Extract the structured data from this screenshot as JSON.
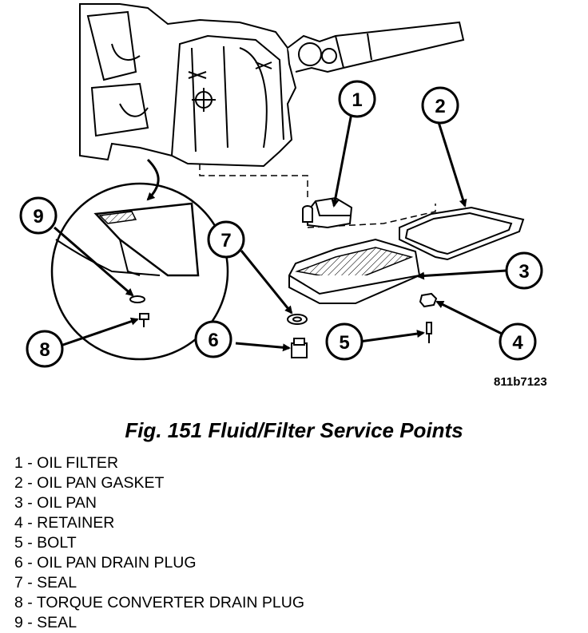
{
  "figure": {
    "part_code": "811b7123",
    "caption": "Fig. 151 Fluid/Filter Service Points",
    "callouts": [
      {
        "id": "1",
        "text": "1"
      },
      {
        "id": "2",
        "text": "2"
      },
      {
        "id": "3",
        "text": "3"
      },
      {
        "id": "4",
        "text": "4"
      },
      {
        "id": "5",
        "text": "5"
      },
      {
        "id": "6",
        "text": "6"
      },
      {
        "id": "7",
        "text": "7"
      },
      {
        "id": "8",
        "text": "8"
      },
      {
        "id": "9",
        "text": "9"
      }
    ]
  },
  "legend": [
    "1 - OIL FILTER",
    "2 - OIL PAN GASKET",
    "3 - OIL PAN",
    "4 - RETAINER",
    "5 - BOLT",
    "6 - OIL PAN DRAIN PLUG",
    "7 - SEAL",
    "8 - TORQUE CONVERTER DRAIN PLUG",
    "9 - SEAL"
  ]
}
